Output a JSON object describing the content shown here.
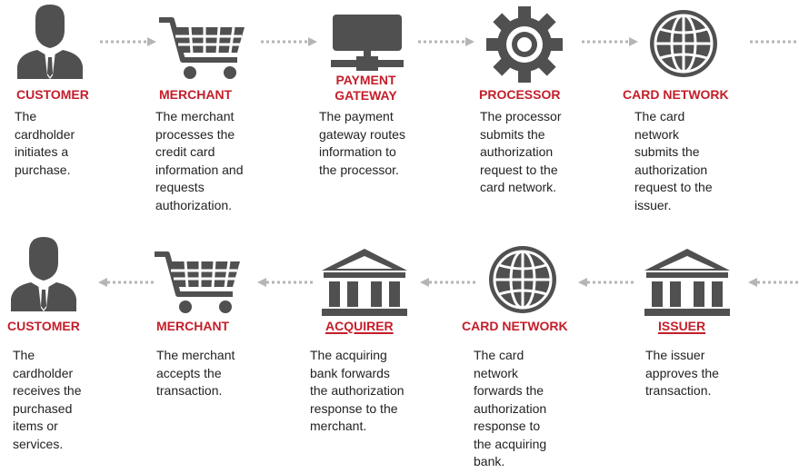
{
  "colors": {
    "accent": "#c41e2a",
    "icon": "#505050",
    "arrow": "#b5b5b5",
    "text": "#222222"
  },
  "row1": [
    {
      "title": "CUSTOMER",
      "icon": "person-icon",
      "desc": [
        "The",
        "cardholder",
        "initiates a",
        "purchase."
      ]
    },
    {
      "title": "MERCHANT",
      "icon": "cart-icon",
      "desc": [
        "The merchant",
        "processes the",
        "credit card",
        "information and",
        "requests",
        "authorization."
      ]
    },
    {
      "title": "PAYMENT\nGATEWAY",
      "title_lines": [
        "PAYMENT",
        "GATEWAY"
      ],
      "icon": "server-icon",
      "desc": [
        "The payment",
        "gateway routes",
        "information to",
        "the processor."
      ]
    },
    {
      "title": "PROCESSOR",
      "icon": "gear-icon",
      "desc": [
        "The processor",
        "submits the",
        "authorization",
        "request to the",
        "card network."
      ]
    },
    {
      "title": "CARD NETWORK",
      "icon": "globe-icon",
      "desc": [
        "The card",
        "network",
        "submits the",
        "authorization",
        "request to the",
        "issuer."
      ]
    }
  ],
  "row2": [
    {
      "title": "CUSTOMER",
      "icon": "person-icon",
      "desc": [
        "The",
        "cardholder",
        "receives the",
        "purchased",
        "items or",
        "services."
      ]
    },
    {
      "title": "MERCHANT",
      "icon": "cart-icon",
      "desc": [
        "The merchant",
        "accepts the",
        "transaction."
      ]
    },
    {
      "title": "ACQUIRER",
      "icon": "bank-icon",
      "desc": [
        "The acquiring",
        "bank forwards",
        "the authorization",
        "response to the",
        "merchant."
      ]
    },
    {
      "title": "CARD NETWORK",
      "icon": "globe-icon",
      "desc": [
        "The card",
        "network",
        "forwards the",
        "authorization",
        "response to",
        "the acquiring",
        "bank."
      ]
    },
    {
      "title": "ISSUER",
      "icon": "bank-icon",
      "desc": [
        "The issuer",
        "approves the",
        "transaction."
      ]
    }
  ]
}
